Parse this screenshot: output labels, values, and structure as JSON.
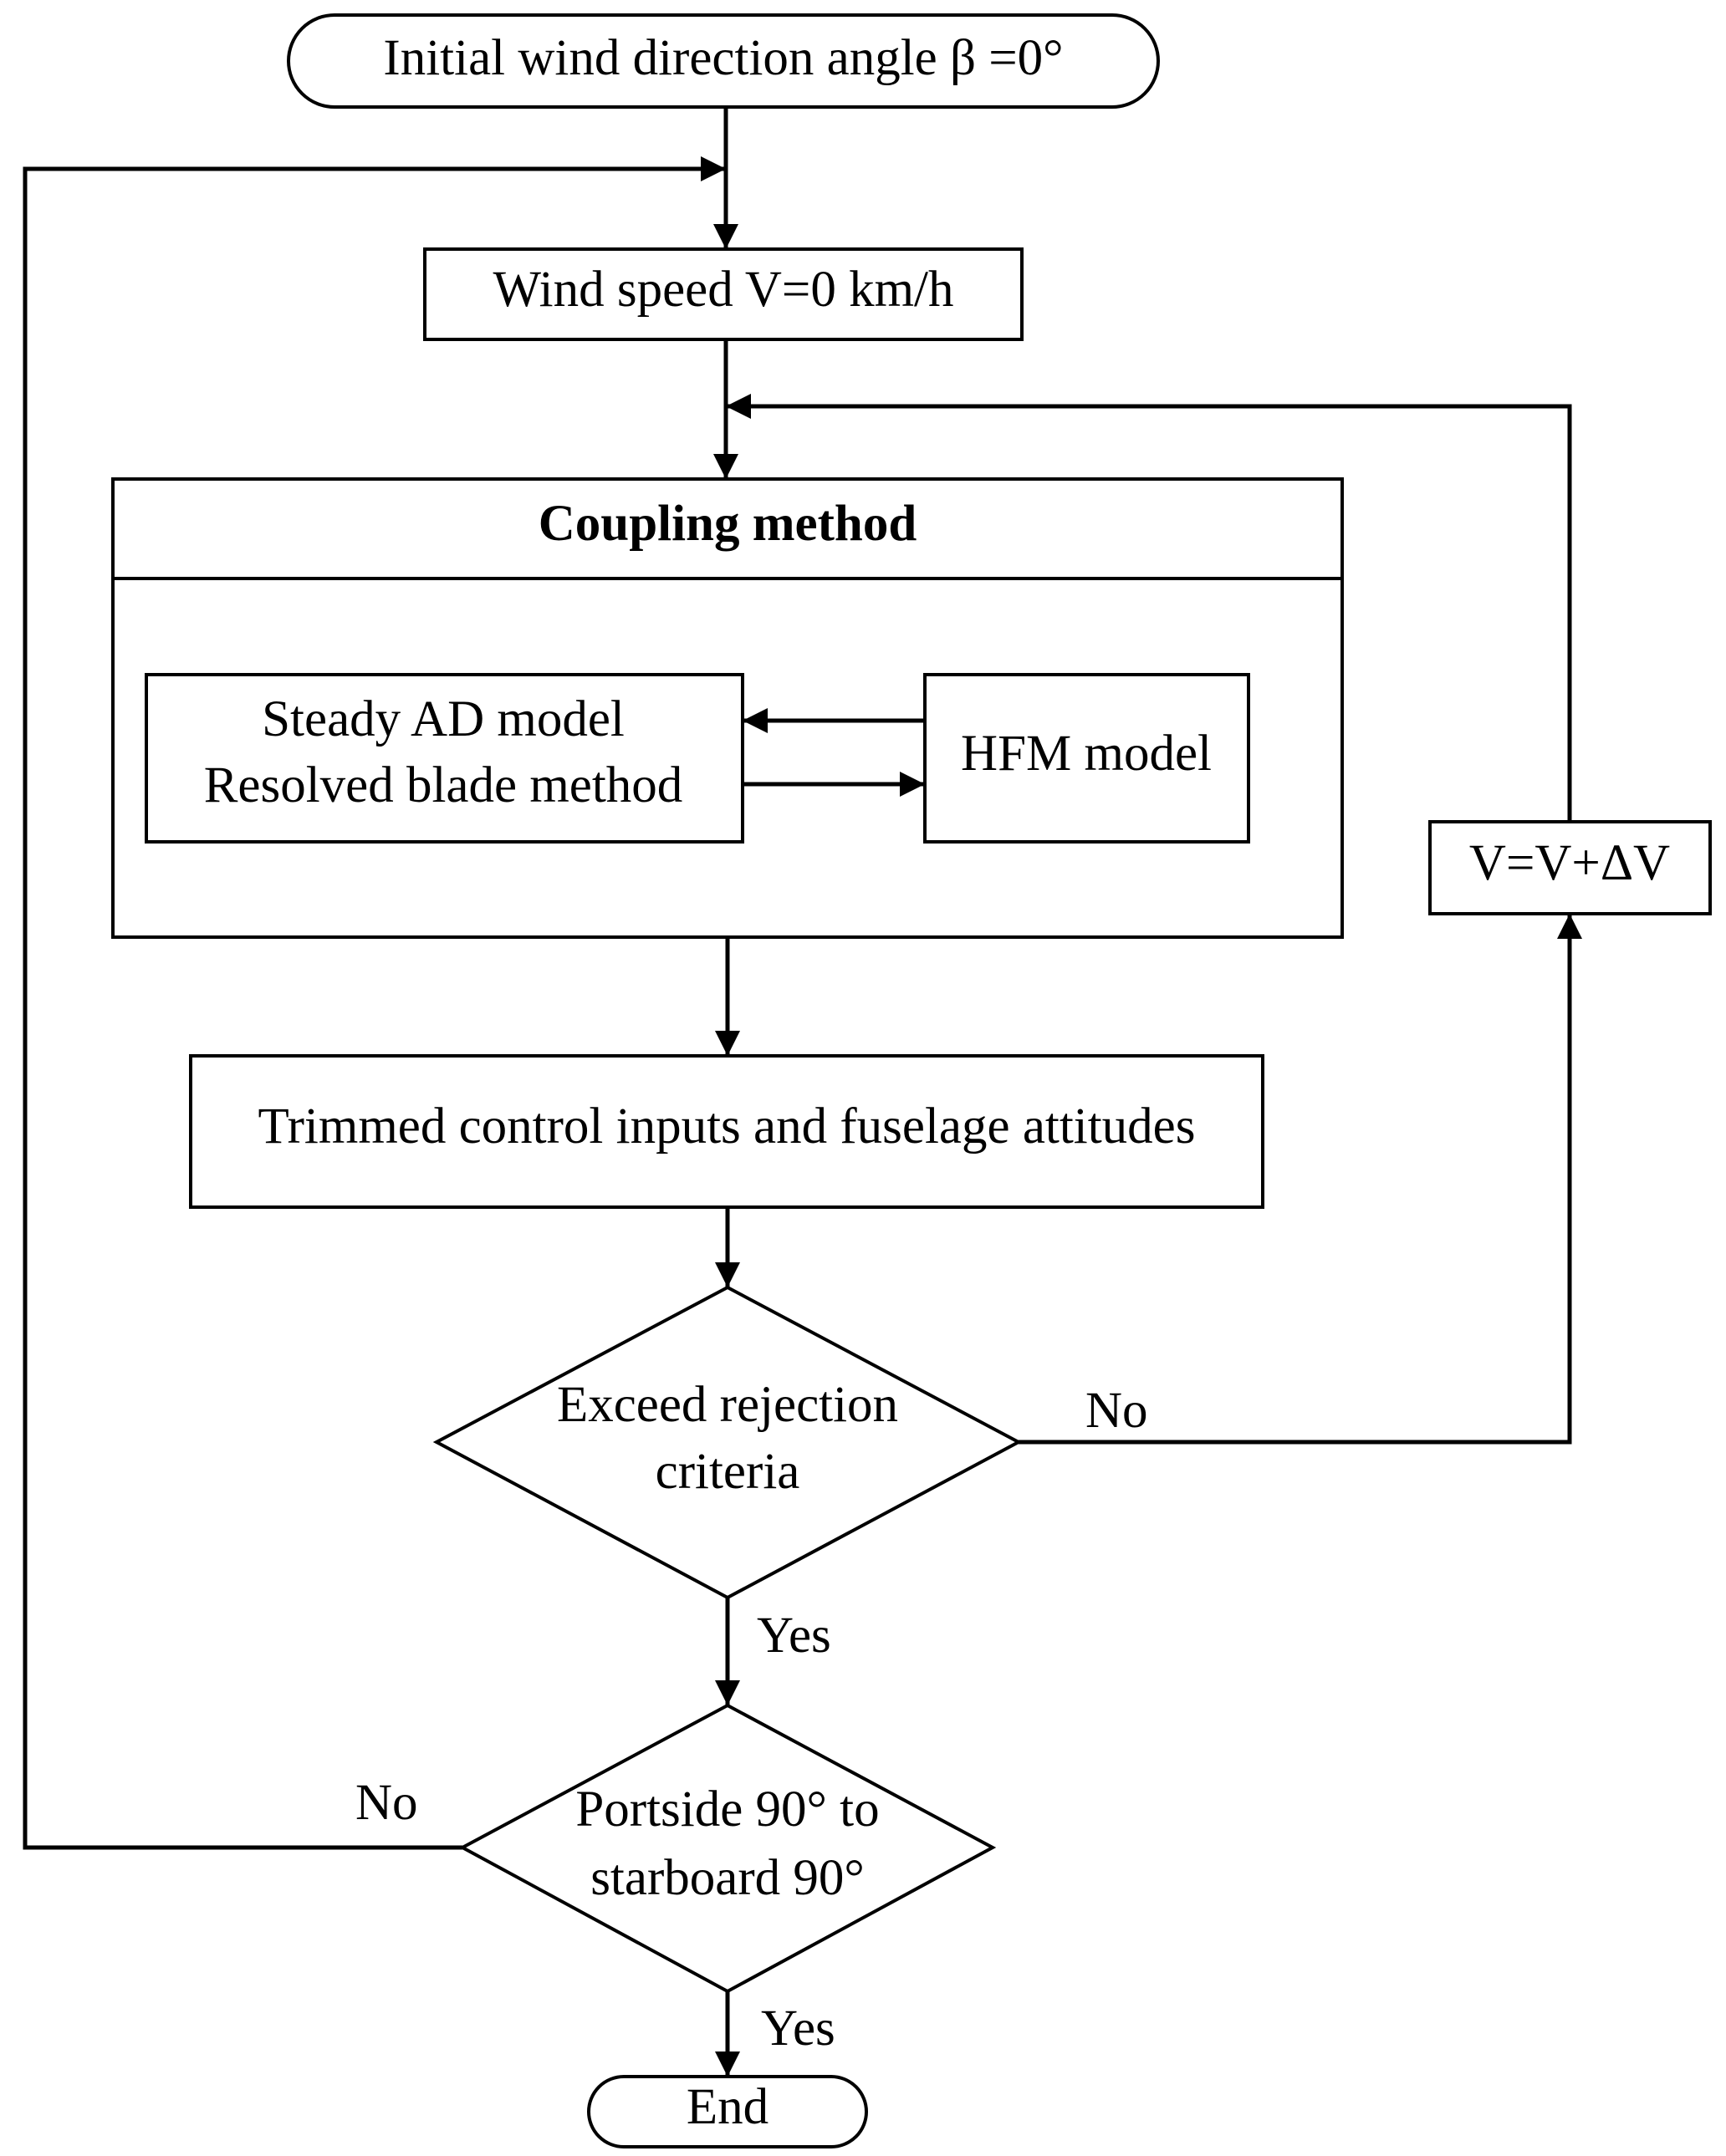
{
  "nodes": {
    "start": {
      "text": "Initial wind direction angle  β =0°"
    },
    "wind_speed": {
      "text": "Wind speed V=0 km/h"
    },
    "coupling": {
      "title": "Coupling method",
      "left_box": {
        "line1": "Steady AD model",
        "line2": "Resolved blade method"
      },
      "right_box": {
        "text": "HFM model"
      }
    },
    "trim": {
      "text": "Trimmed control inputs and fuselage attitudes"
    },
    "decision_rejection": {
      "line1": "Exceed rejection",
      "line2": "criteria"
    },
    "increment": {
      "text": "V=V+ΔV"
    },
    "decision_angle": {
      "line1": "Portside 90° to",
      "line2": "starboard 90°"
    },
    "end": {
      "text": "End"
    }
  },
  "edge_labels": {
    "rejection_no": "No",
    "rejection_yes": "Yes",
    "angle_no": "No",
    "angle_yes": "Yes"
  }
}
